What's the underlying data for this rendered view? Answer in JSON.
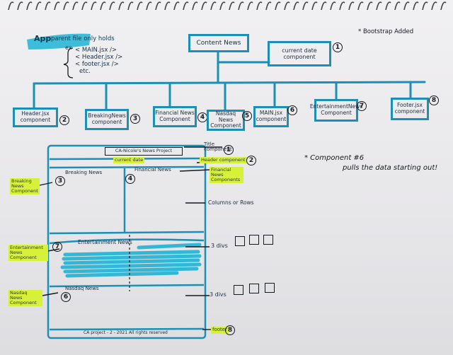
{
  "app_box": {
    "label": "App"
  },
  "parent_label": "parent file only holds",
  "ex_label": "ex",
  "app_children": [
    "< MAIN.jsx />",
    "< Header.jsx />",
    "< footer.jsx />",
    "etc."
  ],
  "bootstrap_note": "* Bootstrap Added",
  "tree": {
    "root": {
      "label": "Content News"
    },
    "date_box": {
      "label": "current date component",
      "num": "1"
    },
    "children": [
      {
        "label": "Header.jsx component",
        "num": "2"
      },
      {
        "label": "BreakingNews component",
        "num": "3"
      },
      {
        "label": "Financial News Component",
        "num": "4"
      },
      {
        "label": "Nasdaq News Component",
        "num": "5"
      },
      {
        "label": "MAIN.jsx component",
        "num": "6"
      },
      {
        "label": "EntertainmentNews Component",
        "num": "7"
      },
      {
        "label": "Footer.jsx component",
        "num": "8"
      }
    ]
  },
  "wireframe": {
    "title_box": "CA-Nicole's News Project",
    "current_date": "current date",
    "breaking": "Breaking News",
    "financial": "Financial News",
    "entertainment": "Entertainment News",
    "nasdaq": "Nasdaq News",
    "footer_text": "CA project - 2 - 2021 All rights reserved",
    "nums": {
      "title": "1",
      "header": "2",
      "breaking": "3",
      "financial": "4",
      "nasdaq": "6",
      "entertainment": "7",
      "footer": "8"
    }
  },
  "annotations": {
    "title_component": "Title component",
    "header_component": "Header component",
    "financial_news_components": "Financial News Components",
    "columns_or_rows": "Columns or Rows",
    "three_divs_a": "3 divs",
    "three_divs_b": "3 divs",
    "footer": "footer",
    "breaking_news_component": "Breaking News Component",
    "entertainment_news_component": "Entertainment News Component",
    "nasdaq_news_component": "Nasdaq News Component"
  },
  "component_note": {
    "line1": "* Component #6",
    "line2": "pulls the data starting out!"
  },
  "colors": {
    "ink": "#1b8fb5",
    "highlight": "#d7f03a",
    "pen": "#151a20",
    "marker": "#1eb4d6"
  }
}
